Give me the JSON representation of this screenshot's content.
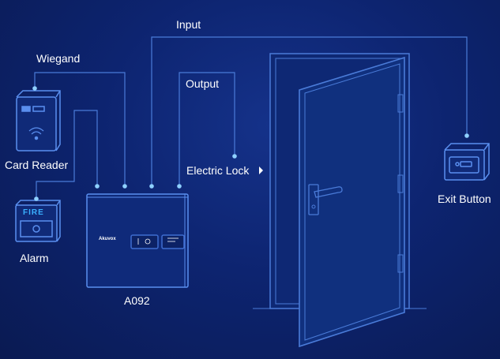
{
  "labels": {
    "input": "Input",
    "wiegand": "Wiegand",
    "output": "Output",
    "card_reader": "Card Reader",
    "electric_lock": "Electric Lock",
    "exit_button": "Exit Button",
    "alarm": "Alarm",
    "controller": "A092"
  },
  "device_text": {
    "fire": "FIRE",
    "brand": "Akuvox"
  },
  "icons": [
    "card-reader-icon",
    "fire-alarm-icon",
    "exit-button-icon",
    "door-icon",
    "controller-icon",
    "play-arrow-icon"
  ],
  "colors": {
    "background": "#0d2470",
    "line": "#4a7bd8",
    "node": "#8fd0ff",
    "device": "#5a8fef",
    "text": "#ffffff"
  }
}
